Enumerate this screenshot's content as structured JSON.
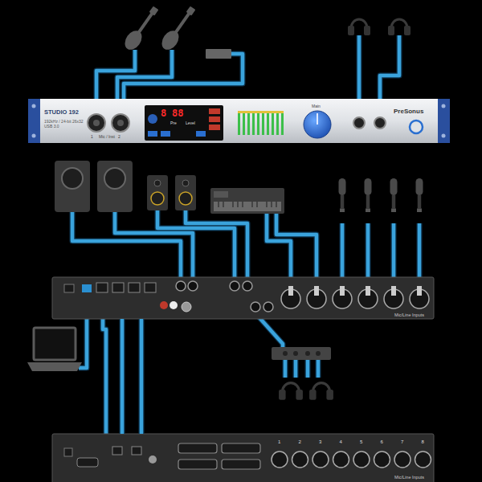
{
  "diagram": {
    "nodes": [
      {
        "text": [
          "STUDIO 192",
          "192kHz / 24-bit 26x32 USB 3.0"
        ]
      },
      {
        "text": [
          "Mic/Line Inputs"
        ]
      },
      {
        "text": [
          "Mic/Line Inputs"
        ]
      }
    ],
    "edges": [
      {
        "from": 1,
        "to": 2,
        "arrow": "none"
      },
      {
        "from": 1,
        "to": 2,
        "arrow": "none"
      }
    ],
    "labels": [
      "1",
      "Mic / Inst",
      "2",
      "8",
      "88",
      "Pre",
      "Level",
      "Main",
      "PreSonus",
      "1",
      "2",
      "3",
      "4",
      "5",
      "6",
      "7",
      "8"
    ]
  }
}
